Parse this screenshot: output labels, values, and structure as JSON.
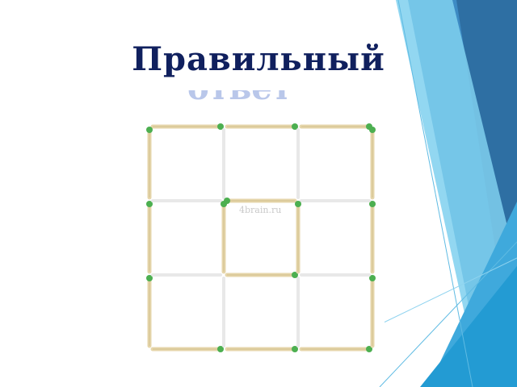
{
  "slide": {
    "title": "Правильный",
    "title_second_line": "ответ",
    "watermark": "4brain.ru"
  },
  "colors": {
    "title": "#10205e",
    "match_used": "#e6d6ab",
    "match_edge": "#c8b27a",
    "match_faint": "#e8e8e8",
    "match_head": "#4caf50",
    "accent_dark": "#2e6fa3",
    "accent_mid": "#3fa9dc",
    "accent_light": "#7fd0ef"
  }
}
